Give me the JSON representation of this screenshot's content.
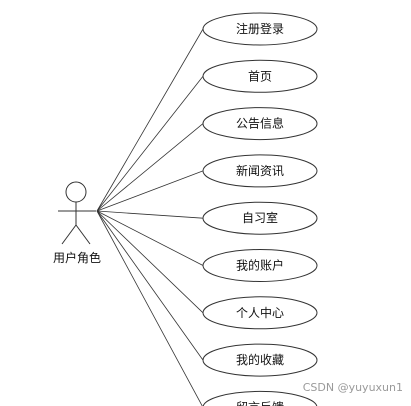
{
  "actor": {
    "label": "用户角色"
  },
  "use_cases": [
    {
      "id": "register-login",
      "label": "注册登录"
    },
    {
      "id": "home",
      "label": "首页"
    },
    {
      "id": "announcements",
      "label": "公告信息"
    },
    {
      "id": "news",
      "label": "新闻资讯"
    },
    {
      "id": "study-room",
      "label": "自习室"
    },
    {
      "id": "my-account",
      "label": "我的账户"
    },
    {
      "id": "personal-center",
      "label": "个人中心"
    },
    {
      "id": "my-favorites",
      "label": "我的收藏"
    },
    {
      "id": "feedback",
      "label": "留言反馈"
    }
  ],
  "watermark": {
    "text": "CSDN @yuyuxun1"
  }
}
